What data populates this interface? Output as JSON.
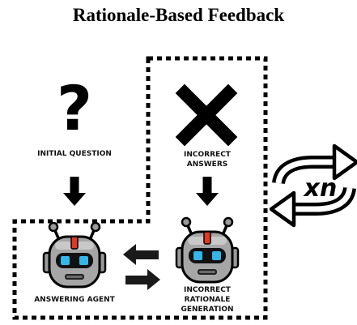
{
  "title": "Rationale-Based Feedback",
  "labels": {
    "initial_question": "INITIAL QUESTION",
    "incorrect_answers": [
      "INCORRECT",
      "ANSWERS"
    ],
    "answering_agent": "ANSWERING AGENT",
    "incorrect_rationale_generation": [
      "INCORRECT",
      "RATIONALE",
      "GENERATION"
    ]
  },
  "icons": {
    "question": "?",
    "incorrect": "cross-mark-icon",
    "robot": "robot-icon",
    "loop": "repeat-arrows-icon",
    "exchange": "exchange-arrows-icon",
    "down_arrow": "arrow-down-icon"
  },
  "loop_label": "xn",
  "colors": {
    "ink": "#000000",
    "robot_body": "#9a9a9a",
    "robot_light": "#c8c8c8",
    "robot_eye": "#35b6e8",
    "robot_accent": "#e0391f"
  }
}
